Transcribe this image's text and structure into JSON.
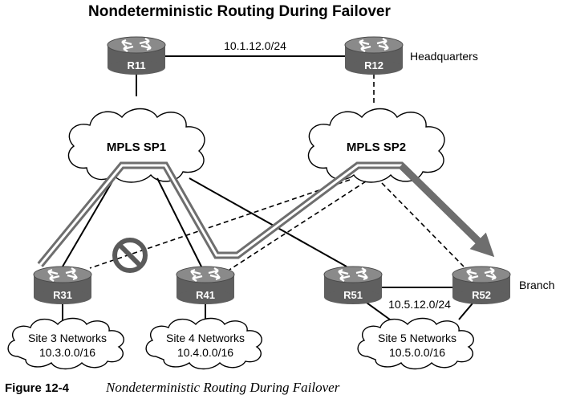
{
  "title": "Nondeterministic Routing During Failover",
  "clouds": {
    "sp1": "MPLS SP1",
    "sp2": "MPLS SP2"
  },
  "routers": {
    "r11": "R11",
    "r12": "R12",
    "r31": "R31",
    "r41": "R41",
    "r51": "R51",
    "r52": "R52"
  },
  "links": {
    "hq_subnet": "10.1.12.0/24",
    "branch_subnet": "10.5.12.0/24"
  },
  "labels": {
    "headquarters": "Headquarters",
    "branch": "Branch"
  },
  "sites": [
    {
      "name": "Site 3 Networks",
      "prefix": "10.3.0.0/16"
    },
    {
      "name": "Site 4 Networks",
      "prefix": "10.4.0.0/16"
    },
    {
      "name": "Site 5 Networks",
      "prefix": "10.5.0.0/16"
    }
  ],
  "caption": {
    "number": "Figure 12-4",
    "text": "Nondeterministic Routing During Failover"
  },
  "colors": {
    "router_body": "#5f5f5f",
    "router_top": "#8a8a8a",
    "path_arrow": "#6e6e6e",
    "line": "#000000"
  }
}
